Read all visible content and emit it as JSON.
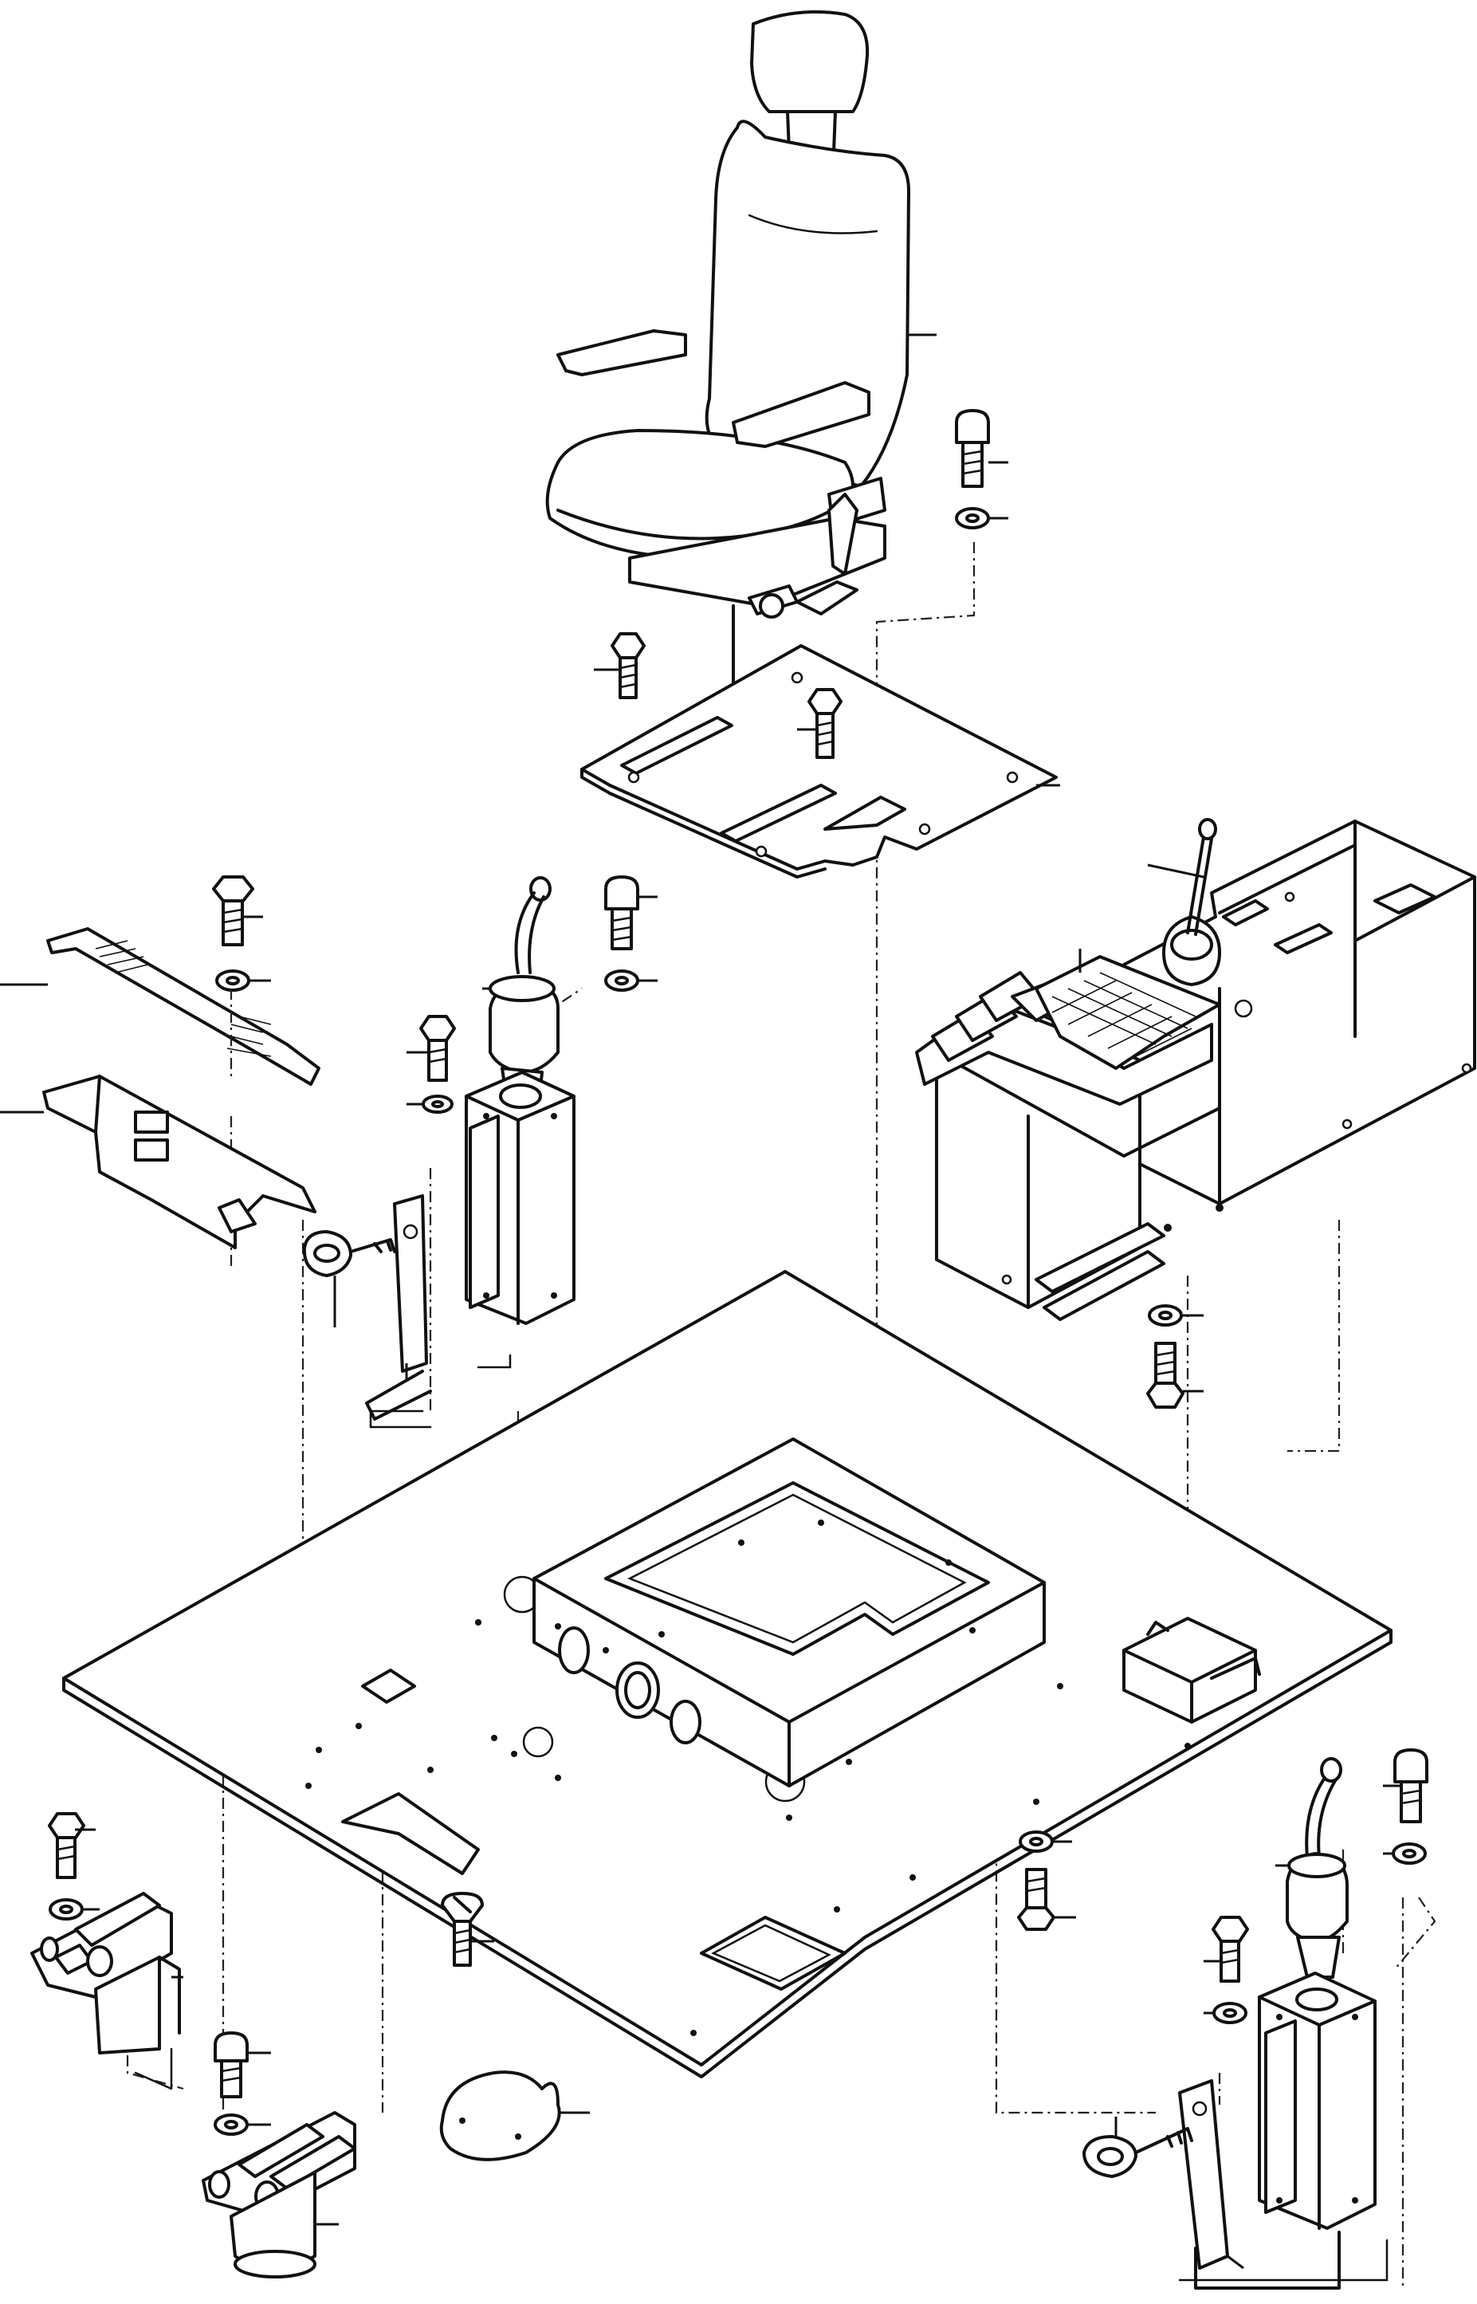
{
  "diagram": {
    "kind": "exploded-parts-drawing",
    "labels": [],
    "parts": [
      "operator-seat",
      "seat-mounting-plate",
      "cab-floor-plate",
      "center-pedestal-box",
      "right-control-console",
      "left-joystick",
      "left-joystick-box",
      "right-joystick",
      "right-joystick-box",
      "left-cover-top",
      "left-cover-bottom",
      "key",
      "right-key",
      "access-cover-plate",
      "pedal-single",
      "pedal-double",
      "small-tray",
      "bolts",
      "washers"
    ],
    "line_color": "#111111",
    "background": "#ffffff"
  }
}
